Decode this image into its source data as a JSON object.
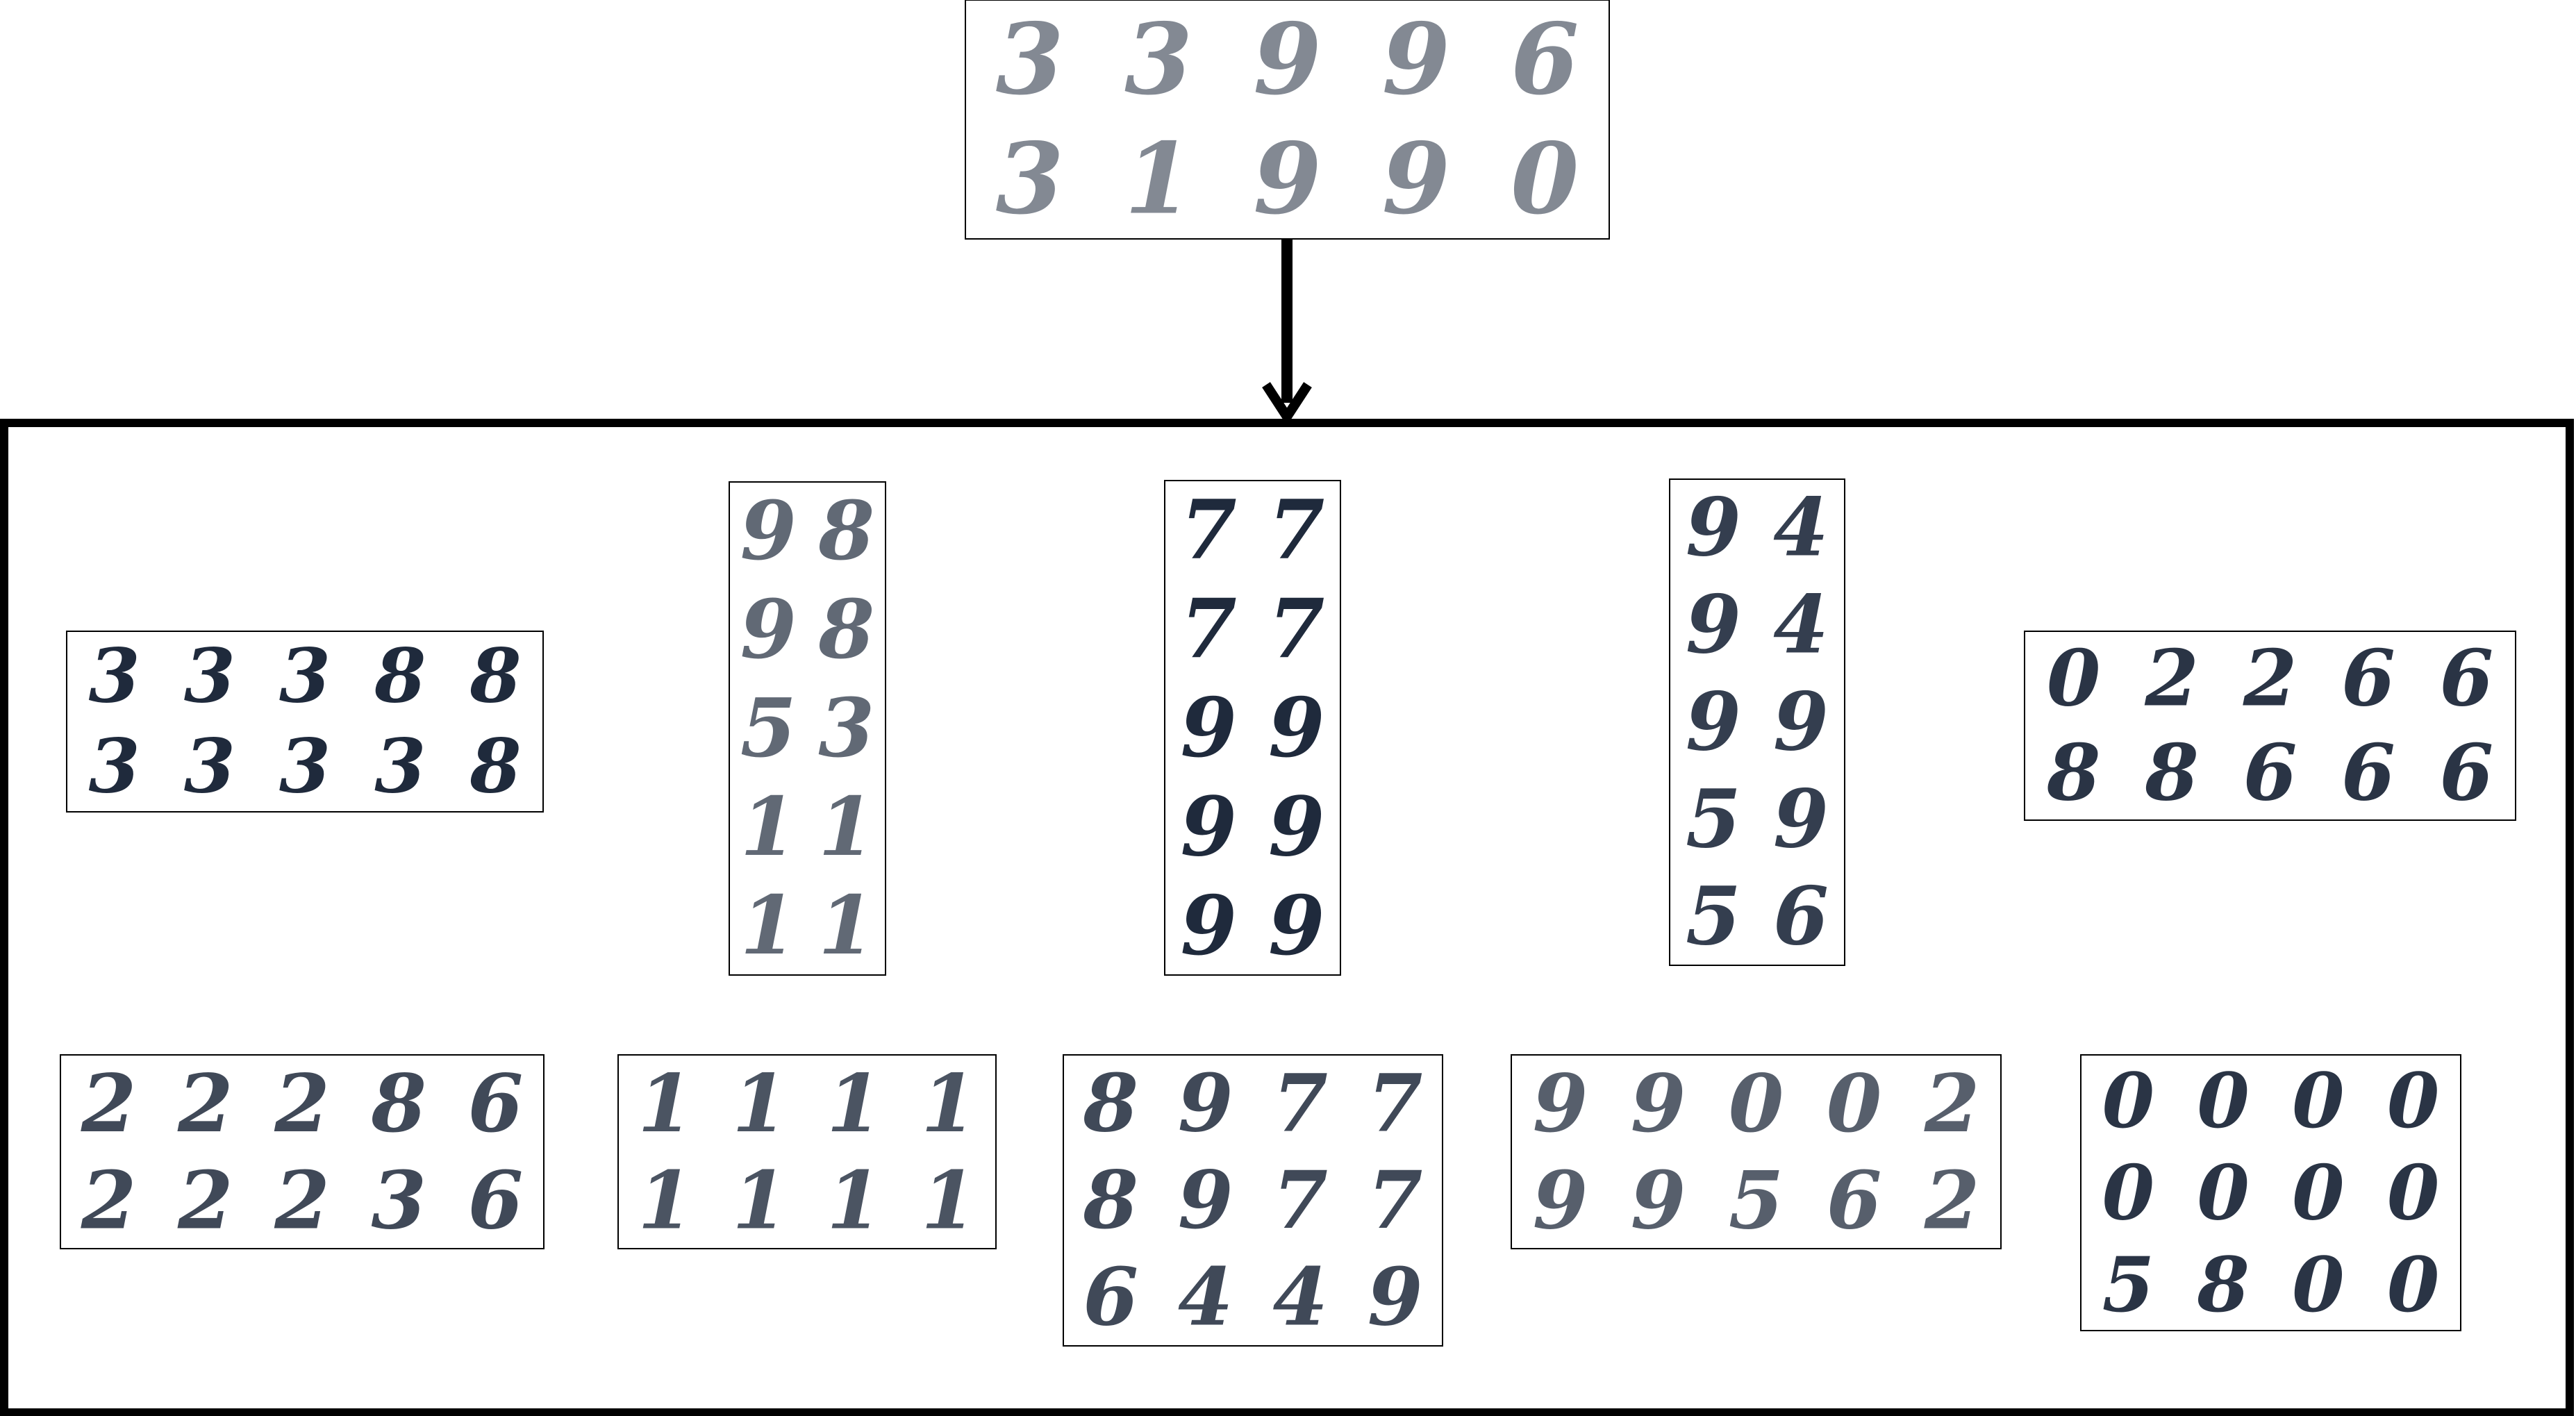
{
  "top_grid": {
    "cols": 5,
    "opacity": 0.55,
    "digits": [
      "3",
      "3",
      "9",
      "9",
      "6",
      "3",
      "1",
      "9",
      "9",
      "0"
    ]
  },
  "groups": [
    {
      "cols": 5,
      "opacity": 1.0,
      "digits": [
        "3",
        "3",
        "3",
        "8",
        "8",
        "3",
        "3",
        "3",
        "3",
        "8"
      ]
    },
    {
      "cols": 2,
      "opacity": 0.7,
      "digits": [
        "9",
        "8",
        "9",
        "8",
        "5",
        "3",
        "1",
        "1",
        "1",
        "1"
      ]
    },
    {
      "cols": 2,
      "opacity": 1.0,
      "digits": [
        "7",
        "7",
        "7",
        "7",
        "9",
        "9",
        "9",
        "9",
        "9",
        "9"
      ]
    },
    {
      "cols": 2,
      "opacity": 0.9,
      "digits": [
        "9",
        "4",
        "9",
        "4",
        "9",
        "9",
        "5",
        "9",
        "5",
        "6"
      ]
    },
    {
      "cols": 5,
      "opacity": 0.95,
      "digits": [
        "0",
        "2",
        "2",
        "6",
        "6",
        "8",
        "8",
        "6",
        "6",
        "6"
      ]
    },
    {
      "cols": 5,
      "opacity": 0.85,
      "digits": [
        "2",
        "2",
        "2",
        "8",
        "6",
        "2",
        "2",
        "2",
        "3",
        "6"
      ]
    },
    {
      "cols": 4,
      "opacity": 0.8,
      "digits": [
        "1",
        "1",
        "1",
        "1",
        "1",
        "1",
        "1",
        "1"
      ]
    },
    {
      "cols": 4,
      "opacity": 0.85,
      "digits": [
        "8",
        "9",
        "7",
        "7",
        "8",
        "9",
        "7",
        "7",
        "6",
        "4",
        "4",
        "9"
      ]
    },
    {
      "cols": 5,
      "opacity": 0.75,
      "digits": [
        "9",
        "9",
        "0",
        "0",
        "2",
        "9",
        "9",
        "5",
        "6",
        "2"
      ]
    },
    {
      "cols": 4,
      "opacity": 0.95,
      "digits": [
        "0",
        "0",
        "0",
        "0",
        "0",
        "0",
        "0",
        "0",
        "5",
        "8",
        "0",
        "0"
      ]
    }
  ]
}
